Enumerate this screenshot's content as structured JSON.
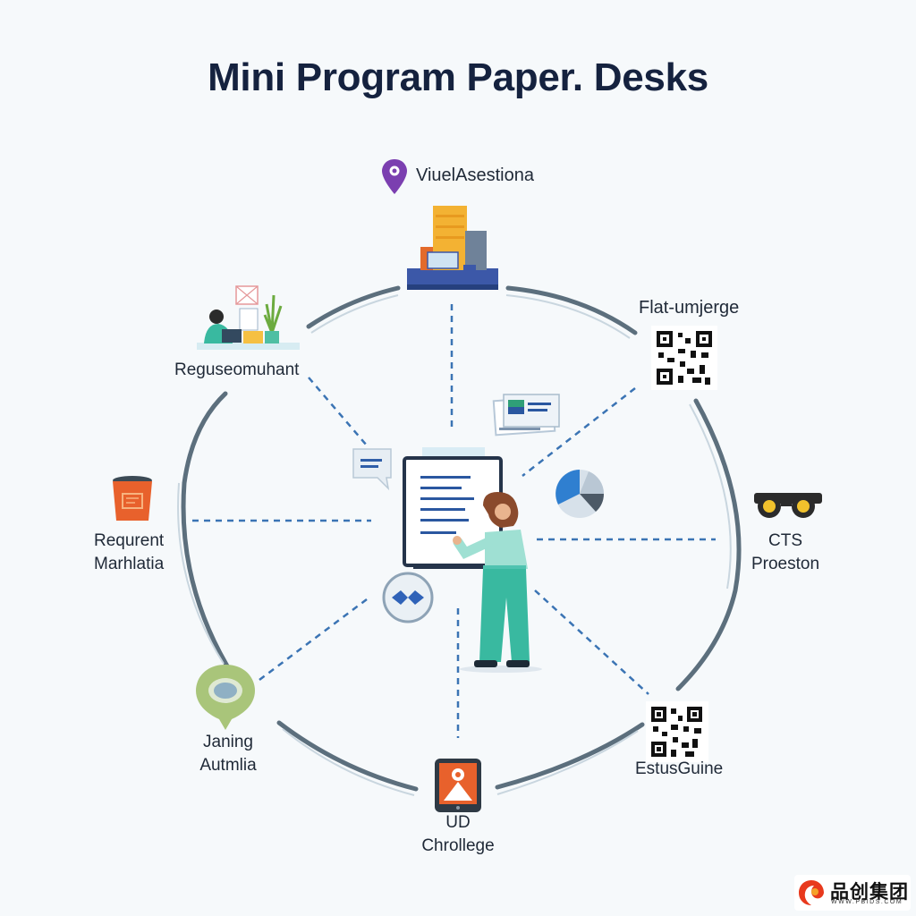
{
  "title": "Mini Program Paper. Desks",
  "nodes": {
    "top": {
      "label": "ViuelAsestiona"
    },
    "top_right": {
      "label": "Flat-umjerge"
    },
    "top_left": {
      "label": "Reguseomuhant"
    },
    "left": {
      "line1": "Requrent",
      "line2": "Marhlatia"
    },
    "right": {
      "line1": "CTS",
      "line2": "Proeston"
    },
    "bottom_left": {
      "line1": "Janing",
      "line2": "Autmlia"
    },
    "bottom_right": {
      "label": "EstusGuine"
    },
    "bottom": {
      "line1": "UD",
      "line2": "Chrollege"
    }
  },
  "watermark": {
    "main": "品创集团",
    "sub": "WWW.PBIDS.COM"
  },
  "colors": {
    "ring": "#5c6f7d",
    "dash": "#3b74b4",
    "accent_purple": "#7b3fb0",
    "accent_orange": "#e8612c",
    "accent_teal": "#5fd0bb",
    "accent_blue": "#2f6fc5",
    "title": "#15223f"
  },
  "icons": [
    "location-pin-icon",
    "buildings-icon",
    "person-at-desk-icon",
    "qr-code-icon",
    "document-card-icon",
    "chat-bubble-icon",
    "pie-chart-icon",
    "bucket-icon",
    "glasses-icon",
    "handshake-icon",
    "map-pin-icon",
    "tablet-icon",
    "presenter-icon"
  ]
}
